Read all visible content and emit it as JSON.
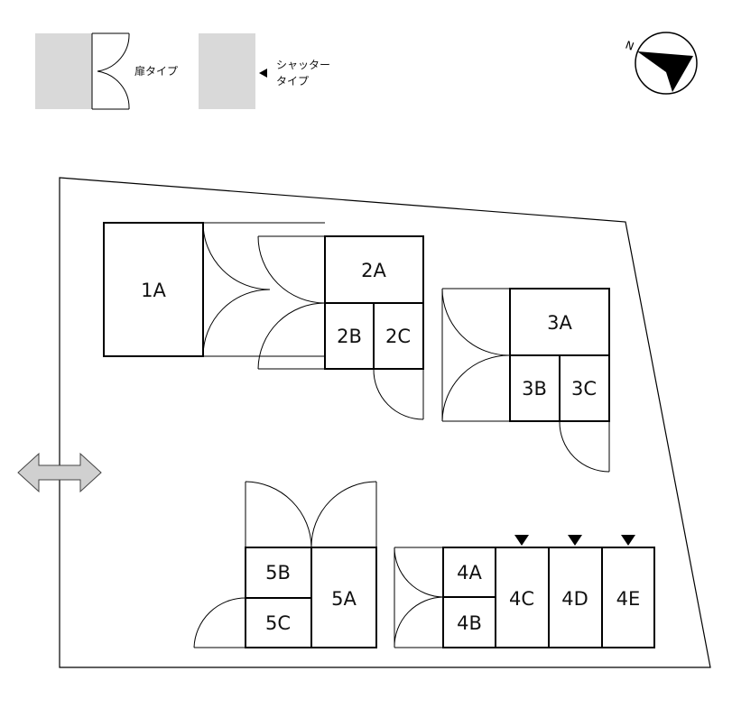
{
  "legend": {
    "door_type": "扉タイプ",
    "shutter_type_line1": "シャッター",
    "shutter_type_line2": "タイプ"
  },
  "north_label": "N",
  "units": {
    "u1A": "1A",
    "u2A": "2A",
    "u2B": "2B",
    "u2C": "2C",
    "u3A": "3A",
    "u3B": "3B",
    "u3C": "3C",
    "u4A": "4A",
    "u4B": "4B",
    "u4C": "4C",
    "u4D": "4D",
    "u4E": "4E",
    "u5A": "5A",
    "u5B": "5B",
    "u5C": "5C"
  },
  "colors": {
    "swatch": "#d9d9d9",
    "line": "#000000",
    "entrance_arrow": "#d0d0d0"
  }
}
